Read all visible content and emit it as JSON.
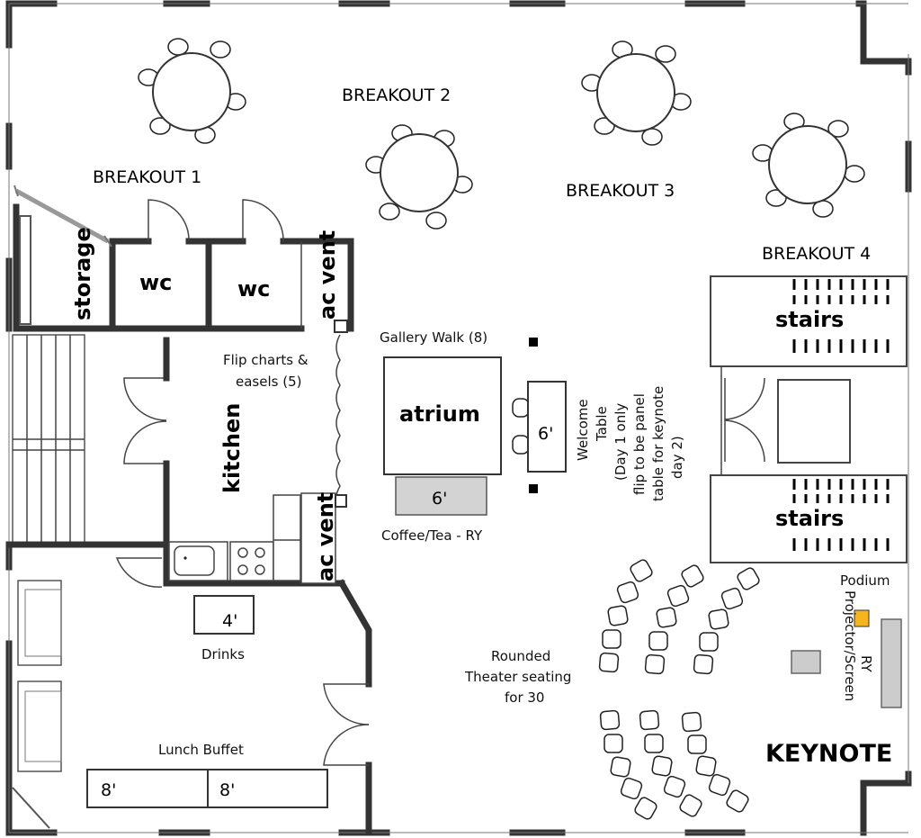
{
  "labels": {
    "breakout_1": "BREAKOUT 1",
    "breakout_2": "BREAKOUT 2",
    "breakout_3": "BREAKOUT 3",
    "breakout_4": "BREAKOUT 4",
    "storage": "storage",
    "wc": "wc",
    "ac_vent": "ac vent",
    "kitchen": "kitchen",
    "flip_charts_line1": "Flip charts &",
    "flip_charts_line2": "easels (5)",
    "gallery_walk": "Gallery Walk (8)",
    "atrium": "atrium",
    "six_ft": "6'",
    "coffee_tea": "Coffee/Tea - RY",
    "welcome_line1": "Welcome",
    "welcome_line2": "Table",
    "welcome_line3": "(Day 1 only",
    "welcome_line4": "flip to be panel",
    "welcome_line5": "table for keynote",
    "welcome_line6": "day 2)",
    "stairs": "stairs",
    "podium": "Podium",
    "ry": "RY",
    "projector_screen": "Projector/Screen",
    "four_ft": "4'",
    "drinks": "Drinks",
    "rounded_line1": "Rounded",
    "rounded_line2": "Theater seating",
    "rounded_line3": "for 30",
    "lunch_buffet": "Lunch Buffet",
    "eight_ft": "8'",
    "keynote": "KEYNOTE"
  },
  "colors": {
    "podium": "#f5b51b",
    "equipment": "#cccccc",
    "walls": "#333333"
  }
}
